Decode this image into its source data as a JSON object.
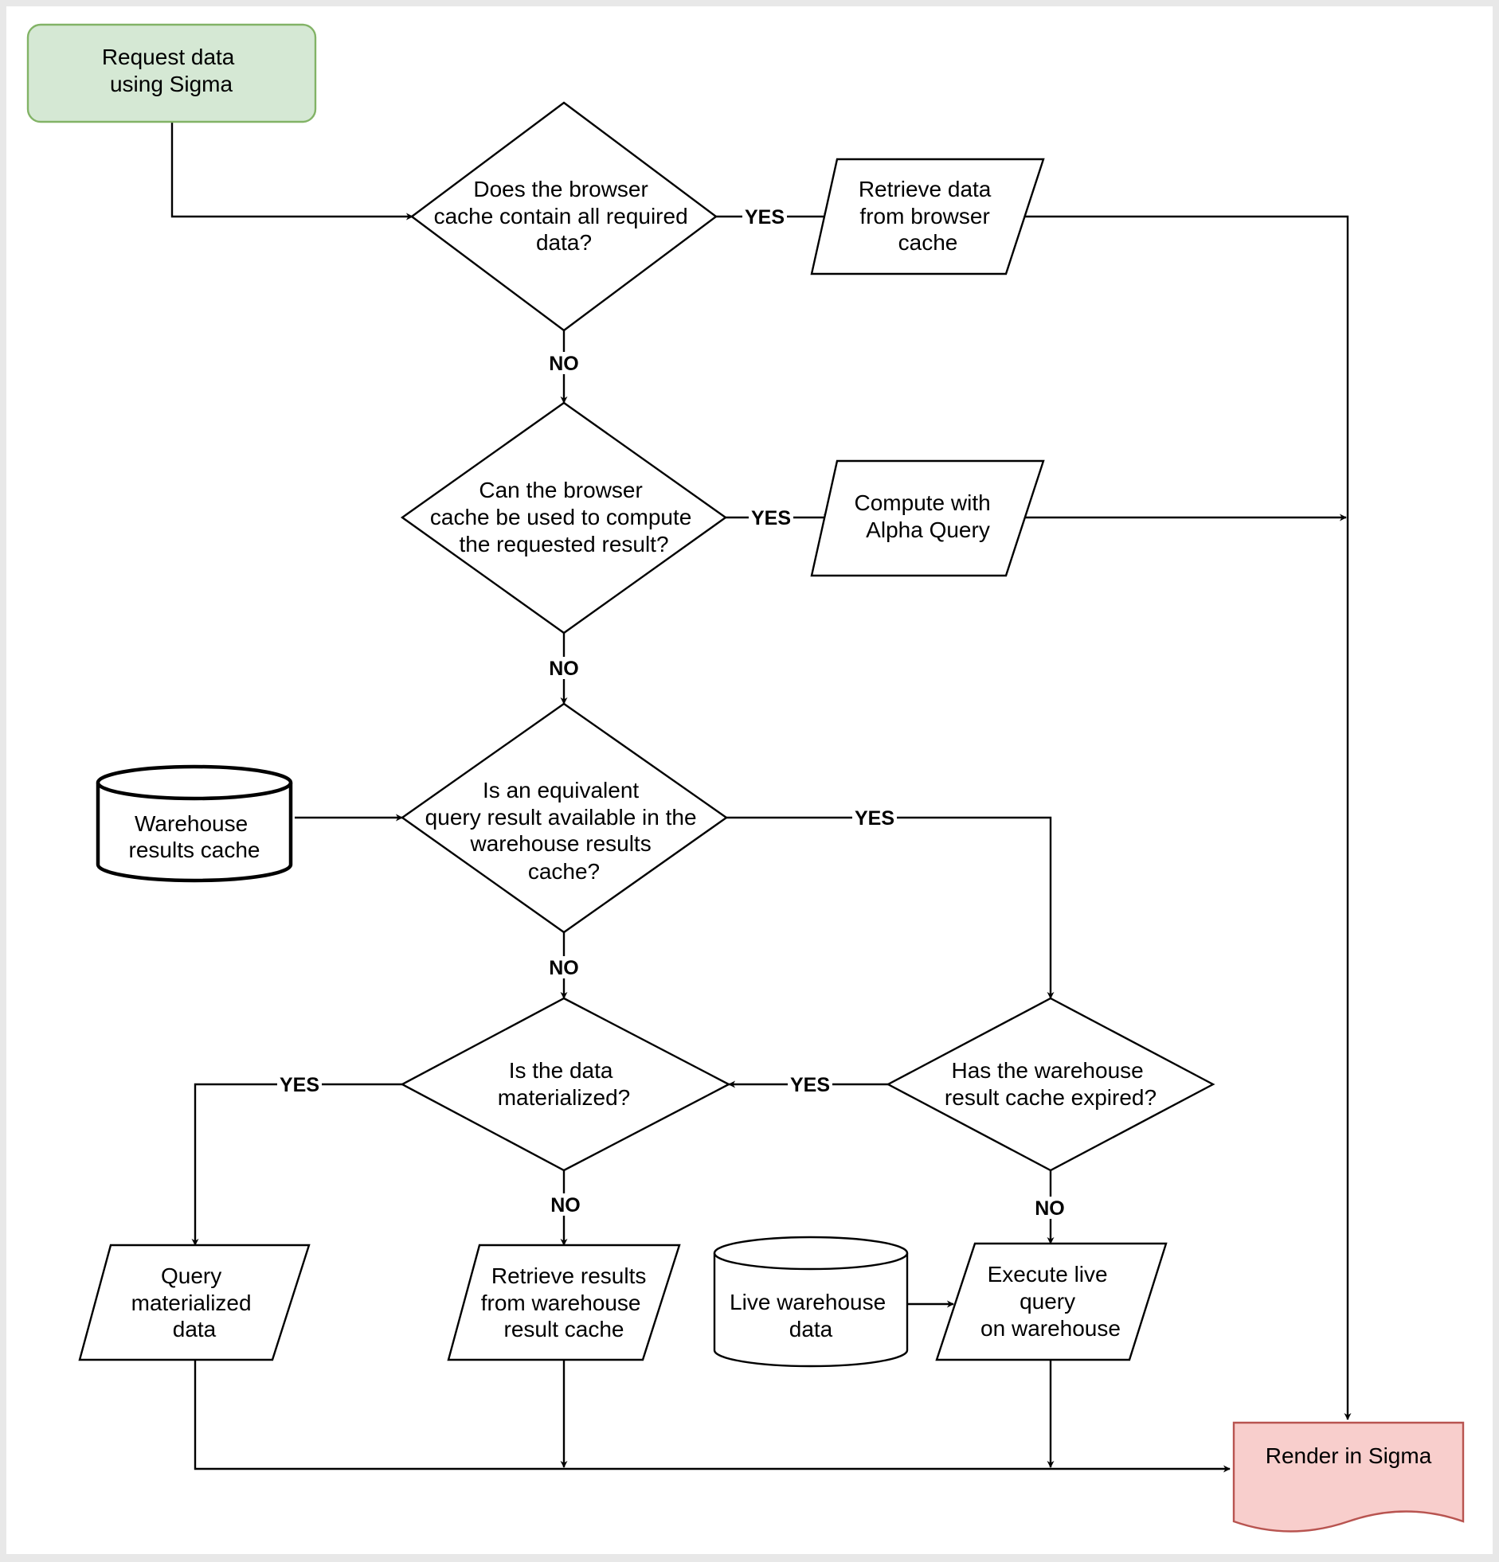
{
  "colors": {
    "start_fill": "#d5e8d4",
    "start_stroke": "#82b366",
    "end_fill": "#f8cecc",
    "end_stroke": "#b85450",
    "line": "#000000"
  },
  "nodes": {
    "start": [
      "Request data",
      "using Sigma"
    ],
    "q_browser_cache": [
      "Does the browser",
      "cache contain all required",
      "data?"
    ],
    "retrieve_browser": [
      "Retrieve data",
      "from browser",
      "cache"
    ],
    "q_compute": [
      "Can the browser",
      "cache be used to compute",
      "the requested result?"
    ],
    "alpha_query": [
      "Compute with",
      "Alpha Query"
    ],
    "warehouse_cache_db": [
      "Warehouse",
      "results cache"
    ],
    "q_equivalent": [
      "Is an equivalent",
      "query result available in the",
      "warehouse results",
      "cache?"
    ],
    "q_materialized": [
      "Is the data",
      "materialized?"
    ],
    "q_expired": [
      "Has the warehouse",
      "result cache expired?"
    ],
    "query_materialized": [
      "Query",
      "materialized",
      "data"
    ],
    "retrieve_warehouse": [
      "Retrieve results",
      "from warehouse",
      "result cache"
    ],
    "live_db": [
      "Live warehouse",
      "data"
    ],
    "execute_live": [
      "Execute live",
      "query",
      "on warehouse"
    ],
    "render": [
      "Render in Sigma"
    ]
  },
  "edges": {
    "yes": "YES",
    "no": "NO"
  }
}
